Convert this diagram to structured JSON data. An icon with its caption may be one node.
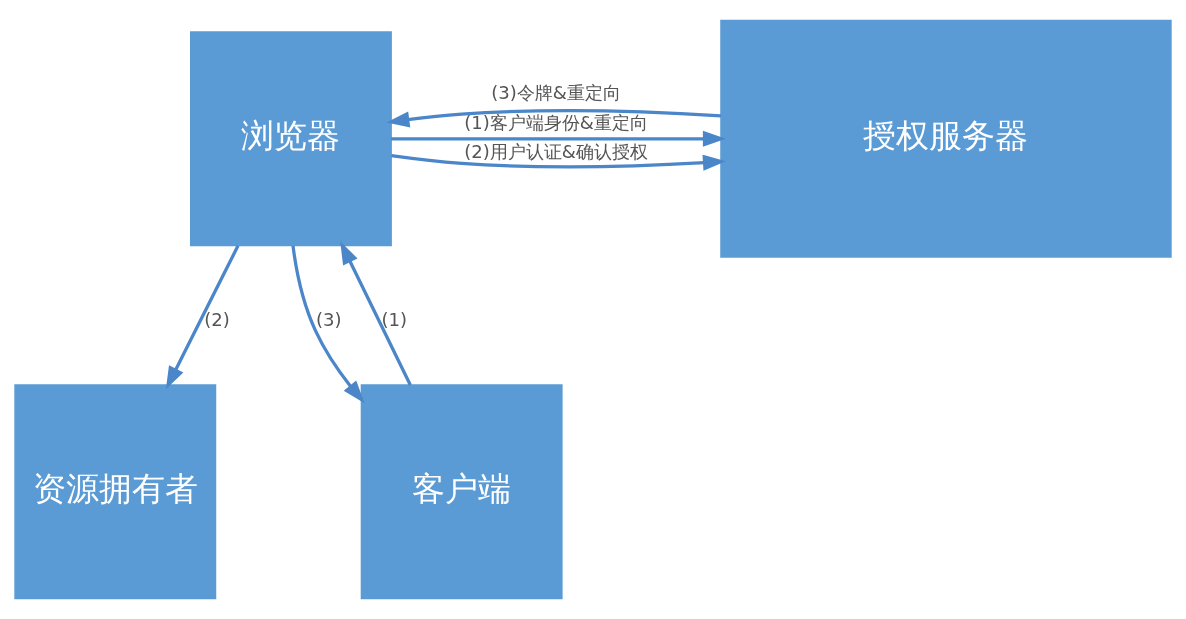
{
  "diagram": {
    "nodes": [
      {
        "text": [
          "资源拥有者"
        ]
      },
      {
        "text": [
          "浏览器"
        ]
      },
      {
        "text": [
          "授权服务器"
        ]
      },
      {
        "text": [
          "客户端"
        ]
      }
    ],
    "edges": [
      {
        "from": 1,
        "to": 0,
        "arrow": "to",
        "label": "(2)"
      },
      {
        "from": 1,
        "to": 2,
        "arrow": "to",
        "label": "(1)客户端身份&重定向"
      },
      {
        "from": 1,
        "to": 2,
        "arrow": "to",
        "label": "(2)用户认证&确认授权"
      },
      {
        "from": 2,
        "to": 1,
        "arrow": "to",
        "label": "(3)令牌&重定向"
      },
      {
        "from": 3,
        "to": 1,
        "arrow": "to",
        "label": "(1)"
      },
      {
        "from": 1,
        "to": 3,
        "arrow": "to",
        "label": "(3)"
      }
    ]
  }
}
